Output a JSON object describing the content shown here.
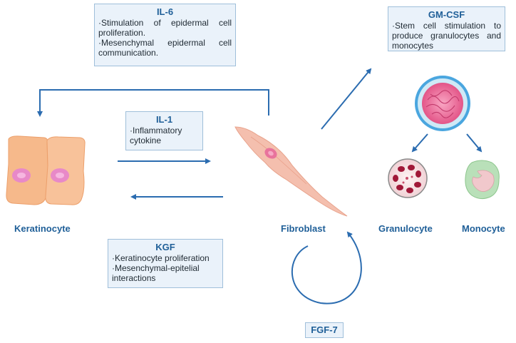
{
  "il6": {
    "title": "IL-6",
    "lines": [
      "·Stimulation of epidermal cell proliferation.",
      "·Mesenchymal epidermal cell communication."
    ]
  },
  "gmcsf": {
    "title": "GM-CSF",
    "lines": [
      "·Stem cell stimulation to produce granulocytes and monocytes"
    ]
  },
  "il1": {
    "title": "IL-1",
    "lines": [
      "·Inflammatory cytokine"
    ]
  },
  "kgf": {
    "title": "KGF",
    "lines": [
      "·Keratinocyte proliferation",
      "·Mesenchymal-epitelial interactions"
    ]
  },
  "labels": {
    "keratinocyte": "Keratinocyte",
    "fibroblast": "Fibroblast",
    "granulocyte": "Granulocyte",
    "monocyte": "Monocyte",
    "fgf7": "FGF-7"
  },
  "colors": {
    "arrow": "#2b6cb0",
    "label": "#1f5f98",
    "box_fill": "#eaf2fa",
    "box_border": "#9fbfda",
    "keratinocyte": "#f6b98b",
    "fibroblast": "#f2b7a6",
    "stem_cell": "#f06f9a",
    "granulocyte_nuclei": "#a01838",
    "monocyte": "#b9e0b9"
  },
  "icons": [
    "keratinocyte-cell-icon",
    "fibroblast-cell-icon",
    "stem-cell-icon",
    "granulocyte-cell-icon",
    "monocyte-cell-icon"
  ]
}
